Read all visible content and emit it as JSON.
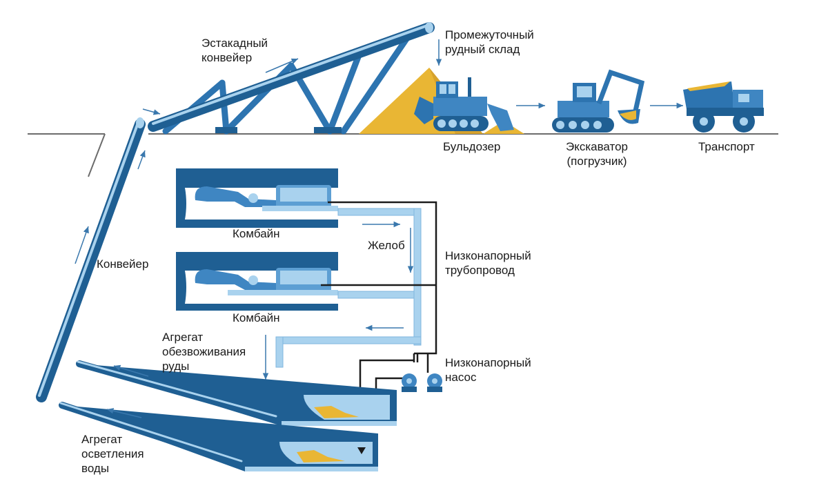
{
  "colors": {
    "dark_blue": "#1a5a8a",
    "mid_blue": "#3f86c2",
    "light_blue": "#a9d2ee",
    "pale_blue": "#d6ebf8",
    "ore_yellow": "#e9b634",
    "line_black": "#1b1b1b",
    "ground_gray": "#6b6b6b",
    "arrow_blue": "#3a78ad"
  },
  "labels": {
    "estakadny_line1": "Эстакадный",
    "estakadny_line2": "конвейер",
    "sklad_line1": "Промежуточный",
    "sklad_line2": "рудный склад",
    "bulldozer": "Бульдозер",
    "excavator_line1": "Экскаватор",
    "excavator_line2": "(погрузчик)",
    "transport": "Транспорт",
    "kombain_1": "Комбайн",
    "kombain_2": "Комбайн",
    "zhelob": "Желоб",
    "pipeline_line1": "Низконапорный",
    "pipeline_line2": "трубопровод",
    "conveyor": "Конвейер",
    "dewater_line1": "Агрегат",
    "dewater_line2": "обезвоживания",
    "dewater_line3": "руды",
    "pump_line1": "Низконапорный",
    "pump_line2": "насос",
    "clarify_line1": "Агрегат",
    "clarify_line2": "осветления",
    "clarify_line3": "воды"
  },
  "icons": {
    "bulldozer": "bulldozer-icon",
    "excavator": "excavator-icon",
    "dump_truck": "dump-truck-icon",
    "combine": "mining-combine-icon",
    "pump": "pump-icon"
  }
}
